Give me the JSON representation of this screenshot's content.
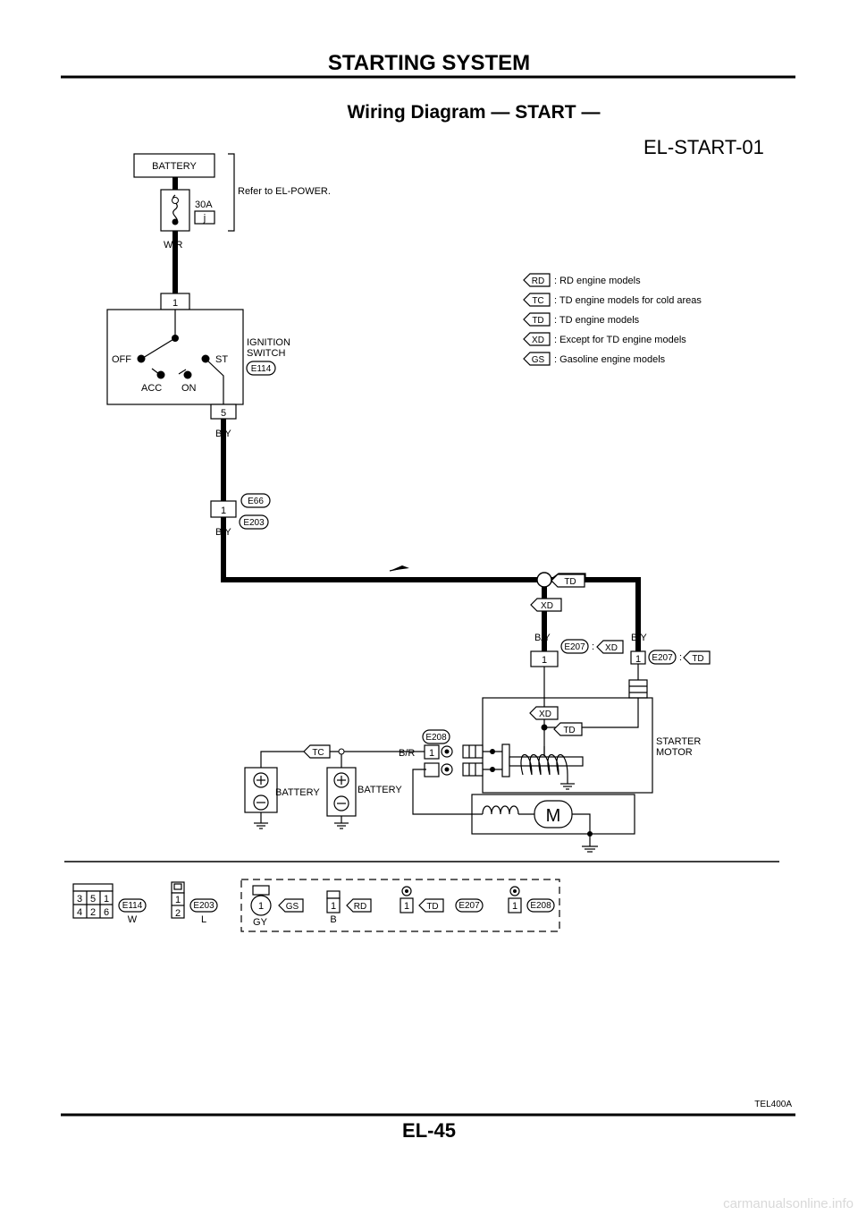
{
  "page": {
    "section_title": "STARTING SYSTEM",
    "diagram_title": "Wiring Diagram — START —",
    "diagram_code": "EL-START-01",
    "page_number": "EL-45",
    "figure_ref": "TEL400A",
    "watermark": "carmanualsonline.info"
  },
  "legend": [
    {
      "tag": "RD",
      "text": ": RD engine models"
    },
    {
      "tag": "TC",
      "text": ": TD engine models for cold areas"
    },
    {
      "tag": "TD",
      "text": ": TD engine models"
    },
    {
      "tag": "XD",
      "text": ": Except for TD engine models"
    },
    {
      "tag": "GS",
      "text": ": Gasoline engine models"
    }
  ],
  "components": {
    "battery_top": "BATTERY",
    "refer": "Refer to EL-POWER.",
    "fuse_rating": "30A",
    "fuse_id": "j",
    "ignition_switch": [
      "IGNITION",
      "SWITCH"
    ],
    "ignition_connector": "E114",
    "positions": {
      "off": "OFF",
      "st": "ST",
      "acc": "ACC",
      "on": "ON"
    },
    "starter_motor": [
      "STARTER",
      "MOTOR"
    ],
    "battery_1": "BATTERY",
    "battery_2": "BATTERY",
    "motor_symbol": "M"
  },
  "wires": {
    "wr": "W/R",
    "by_1": "B/Y",
    "by_2": "B/Y",
    "by_3": "B/Y",
    "by_4": "B/Y",
    "br": "B/R"
  },
  "connectors": {
    "pin_1_top": "1",
    "pin_5": "5",
    "joint_pin": "1",
    "e66": "E66",
    "e203": "E203",
    "e207_xd_pin": "1",
    "e207_td_pin": "1",
    "e207_xd": "E207",
    "e207_td": "E207",
    "colon_xd": ":",
    "colon_td": ":",
    "e208": "E208",
    "e208_pin": "1"
  },
  "tags": {
    "td_junction": "TD",
    "xd_junction": "XD",
    "e207_xd_tag": "XD",
    "e207_td_tag": "TD",
    "xd_inside": "XD",
    "td_inside": "TD",
    "tc_battery": "TC"
  },
  "connector_views": {
    "e114": {
      "pins": [
        "3",
        "5",
        "1",
        "4",
        "2",
        "6"
      ],
      "id": "E114",
      "color": "W"
    },
    "e203": {
      "pins": [
        "1",
        "2"
      ],
      "id": "E203",
      "color": "L"
    },
    "gs": {
      "pin": "1",
      "tag": "GS",
      "color": "GY"
    },
    "rd": {
      "pin": "1",
      "tag": "RD",
      "color": "B"
    },
    "td": {
      "pin": "1",
      "tag": "TD",
      "id": "E207"
    },
    "e208": {
      "pin": "1",
      "id": "E208"
    }
  }
}
